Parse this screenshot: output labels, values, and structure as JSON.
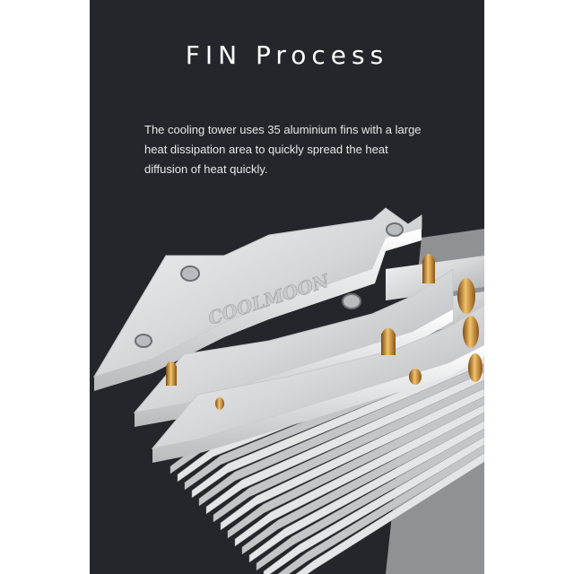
{
  "header": {
    "title": "FIN Process"
  },
  "description": {
    "lines": [
      "The cooling tower uses 35 aluminium fins with a large",
      "heat dissipation area to quickly spread the heat",
      "diffusion of heat quickly."
    ]
  },
  "product": {
    "brand_logo": "COOLMOON",
    "fin_count": 35,
    "fin_color": "#d9dadc",
    "heatpipe_color": "#c98a2a",
    "background_color": "#25262b"
  }
}
